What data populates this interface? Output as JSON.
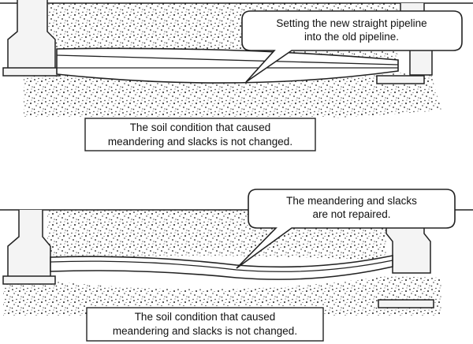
{
  "panels": [
    {
      "callout_lines": [
        "Setting the new straight pipeline",
        "into the old pipeline."
      ],
      "note_lines": [
        "The soil condition that caused",
        "meandering and slacks is not changed."
      ]
    },
    {
      "callout_lines": [
        "The meandering and slacks",
        "are not repaired."
      ],
      "note_lines": [
        "The soil condition that caused",
        "meandering and slacks is not changed."
      ]
    }
  ]
}
